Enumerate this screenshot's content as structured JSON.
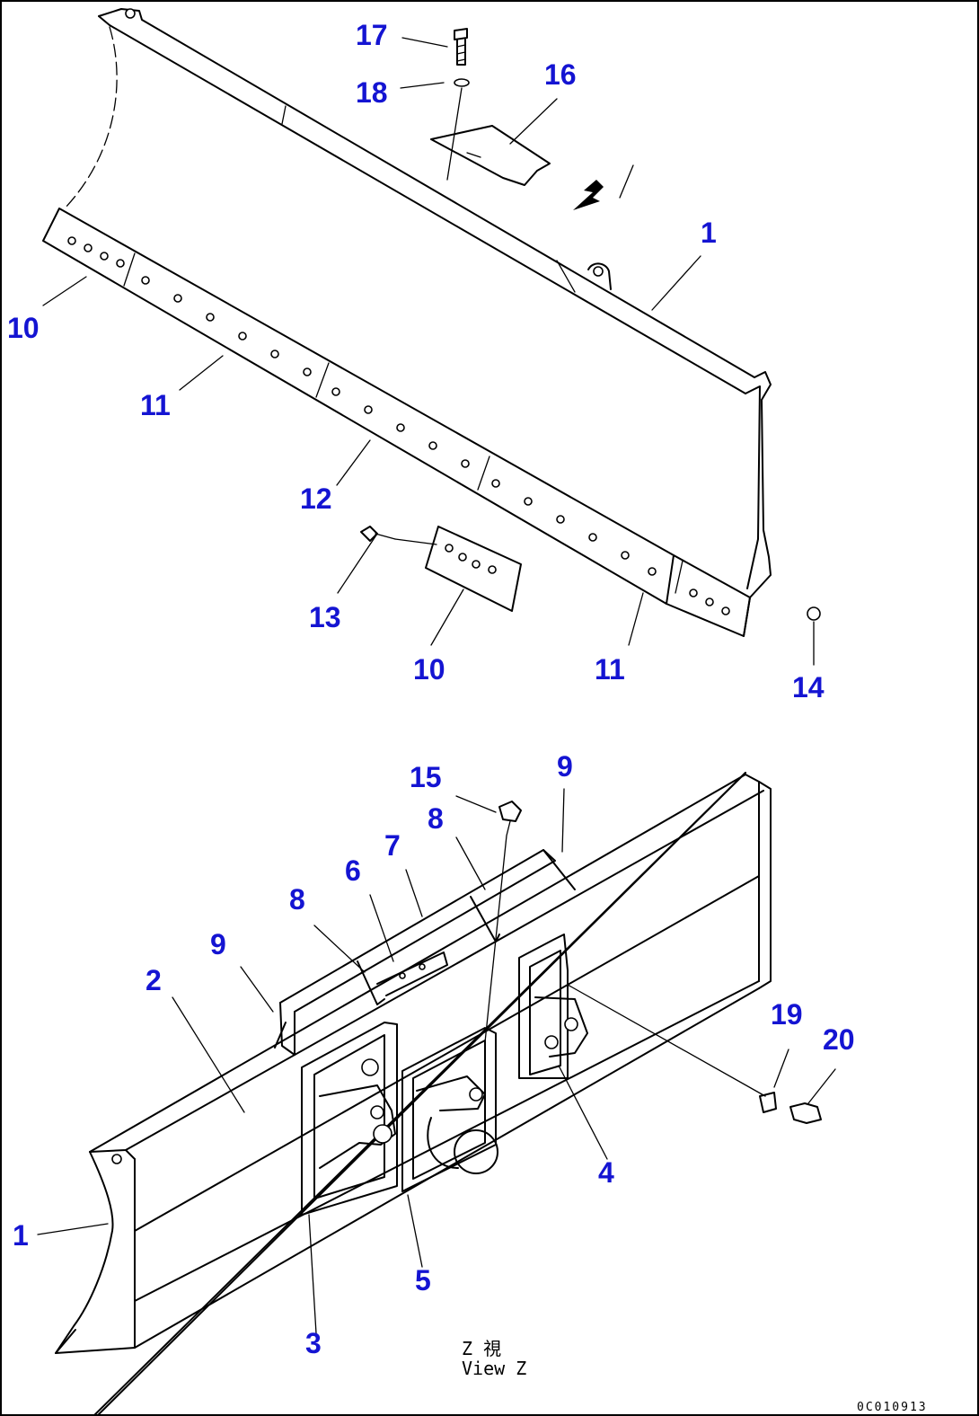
{
  "labels": {
    "top_17": "17",
    "top_18": "18",
    "top_16": "16",
    "top_1": "1",
    "top_10_left": "10",
    "top_11_left": "11",
    "top_12": "12",
    "top_13": "13",
    "top_10_bottom": "10",
    "top_11_right": "11",
    "top_14": "14",
    "bot_15": "15",
    "bot_9_right": "9",
    "bot_8_right": "8",
    "bot_7": "7",
    "bot_6": "6",
    "bot_8_left": "8",
    "bot_9_left": "9",
    "bot_2": "2",
    "bot_19": "19",
    "bot_20": "20",
    "bot_4": "4",
    "bot_1": "1",
    "bot_5": "5",
    "bot_3": "3"
  },
  "caption": {
    "line1": "Z  視",
    "line2": "View Z"
  },
  "drawing_code": "0C010913"
}
